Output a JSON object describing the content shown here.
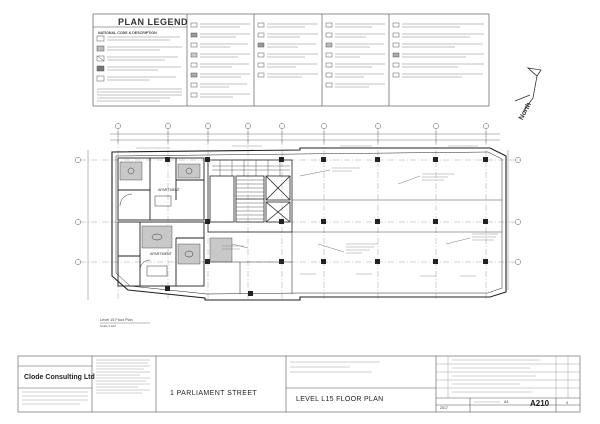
{
  "legend": {
    "title": "PLAN LEGEND",
    "subtitle": "NATIONAL CODE & DESCRIPTION"
  },
  "north": {
    "label": "North"
  },
  "plan": {
    "caption": "Level 15 Floor Plan",
    "scale": "Scale 1:100"
  },
  "title_block": {
    "firm_name": "Clode Consulting Ltd",
    "project_title": "1 PARLIAMENT STREET",
    "drawing_title": "LEVEL L15 FLOOR PLAN",
    "drawing_number": "A210",
    "revision": "3",
    "sheet_size_label": "A3",
    "date_value": "2017"
  },
  "room_labels": {
    "apartment_1": "APARTMENT",
    "apartment_2": "APARTMENT"
  }
}
